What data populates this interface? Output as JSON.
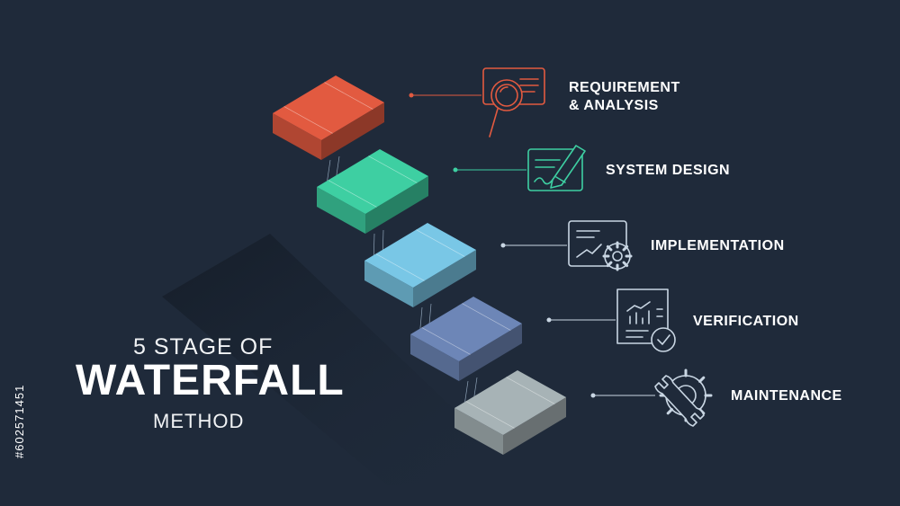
{
  "title": {
    "line1": "5 STAGE OF",
    "line2": "WATERFALL",
    "line3": "METHOD"
  },
  "stages": [
    {
      "label": "REQUIREMENT\n& ANALYSIS",
      "color": "#e25a40",
      "icon": "magnifier-document-icon"
    },
    {
      "label": "SYSTEM DESIGN",
      "color": "#3ecfa2",
      "icon": "pen-document-icon"
    },
    {
      "label": "IMPLEMENTATION",
      "color": "#79c7e6",
      "icon": "gear-chart-icon"
    },
    {
      "label": "VERIFICATION",
      "color": "#6d86b7",
      "icon": "report-check-icon"
    },
    {
      "label": "MAINTENANCE",
      "color": "#a7b3b6",
      "icon": "wrench-gear-icon"
    }
  ],
  "colors": {
    "background": "#1f2a3a",
    "icon_red": "#e25a40",
    "icon_teal": "#3ecfa2",
    "icon_light": "#c9d6e3"
  },
  "stock_id": "#602571451"
}
